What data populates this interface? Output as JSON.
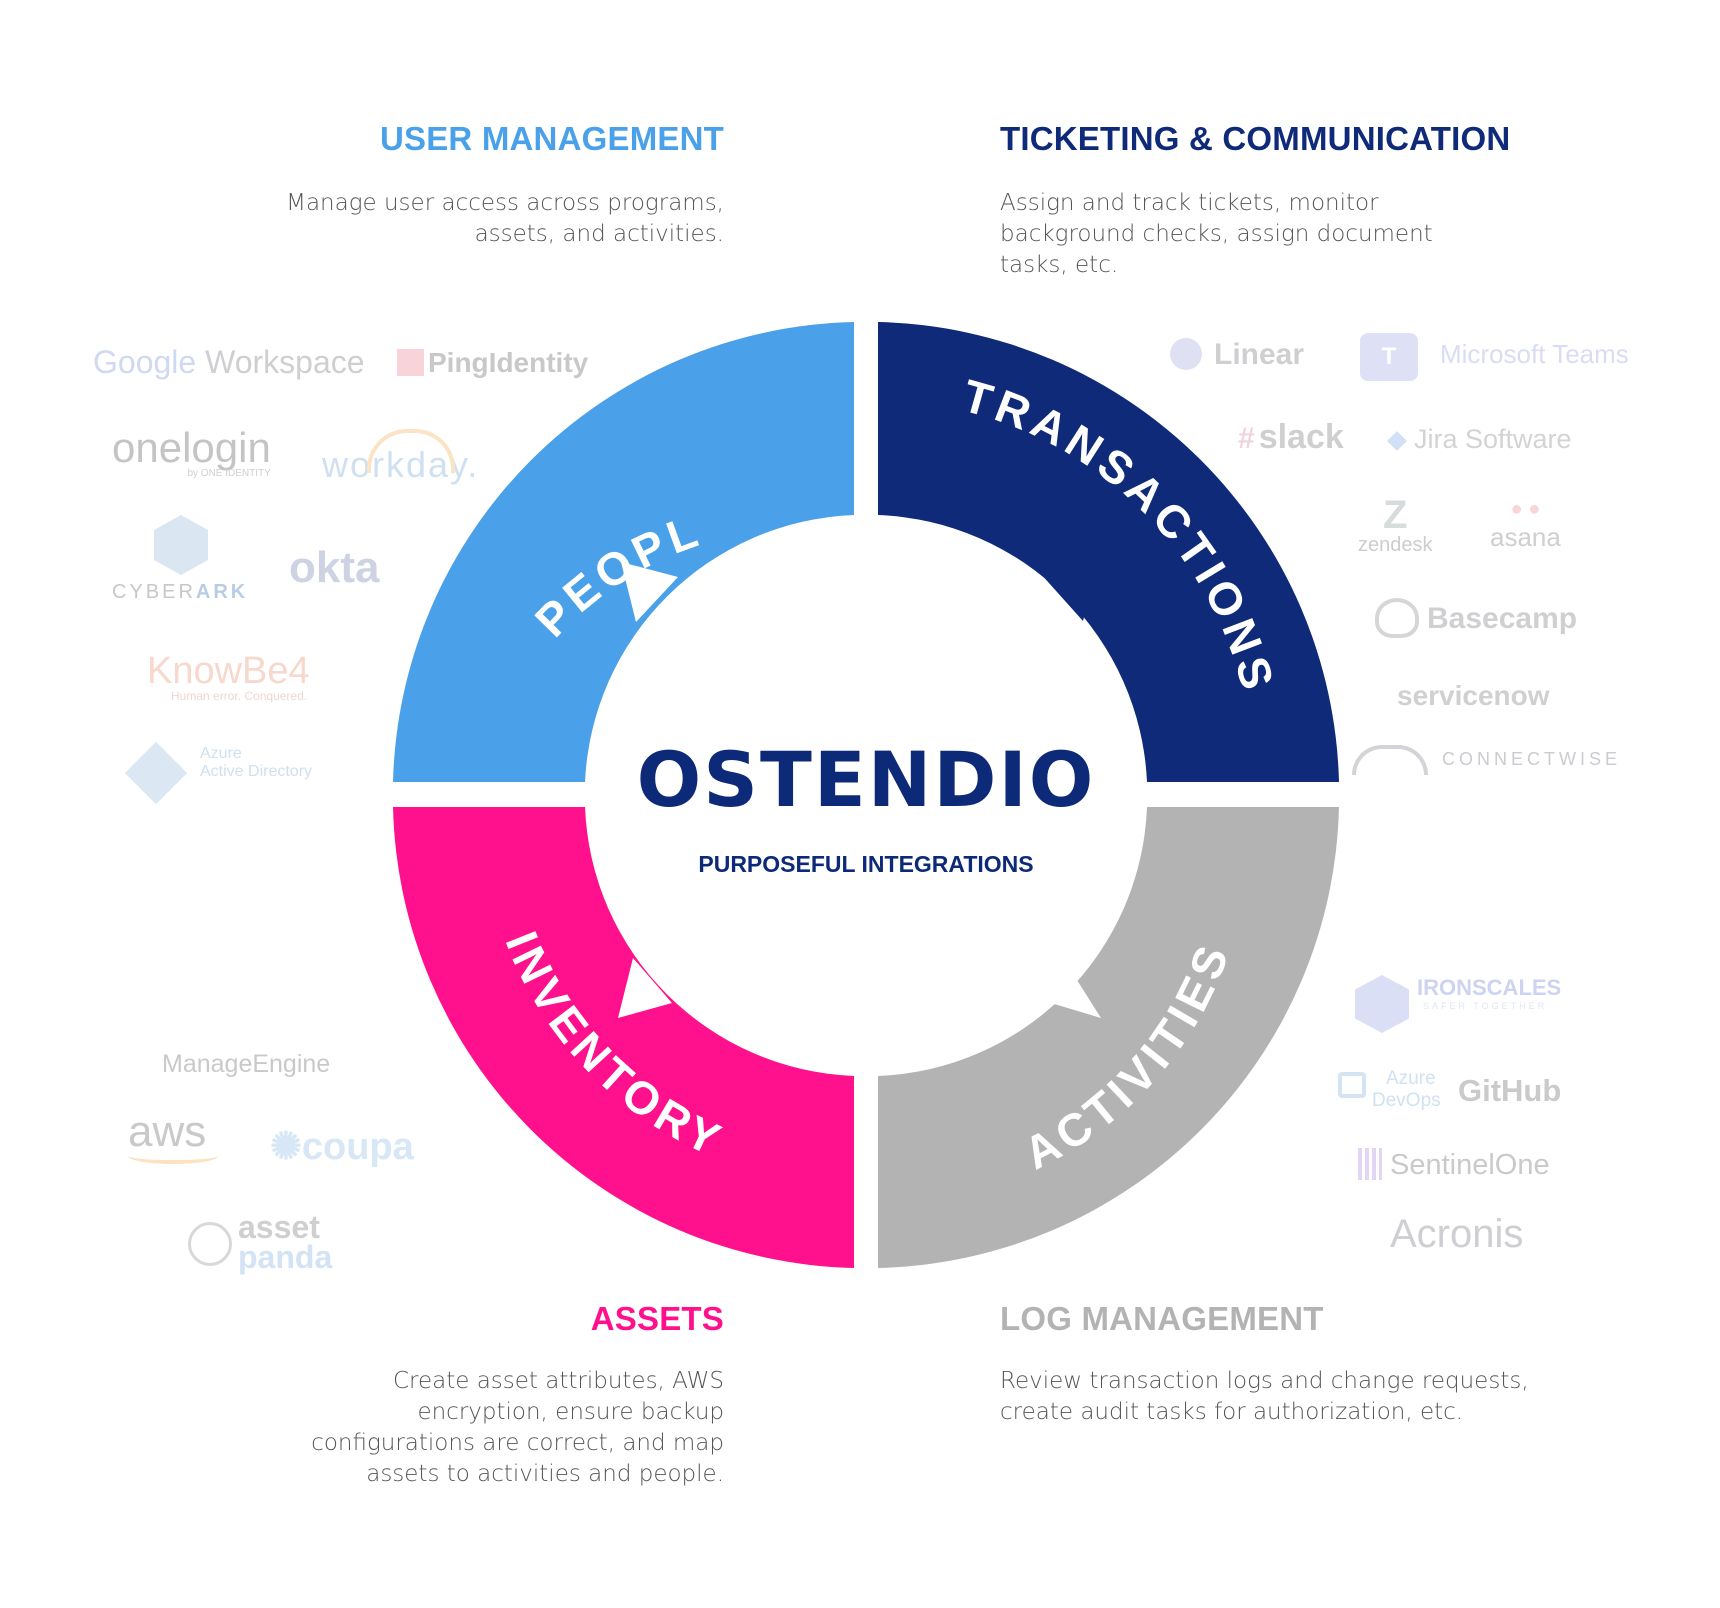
{
  "center": {
    "brand": "OSTENDIO",
    "tagline": "PURPOSEFUL INTEGRATIONS",
    "brand_color": "#0d2a78"
  },
  "quadrants": {
    "people": {
      "label": "PEOPLE",
      "color": "#4aa0e9"
    },
    "transactions": {
      "label": "TRANSACTIONS",
      "color": "#0f2a78"
    },
    "inventory": {
      "label": "INVENTORY",
      "color": "#ff108c"
    },
    "activities": {
      "label": "ACTIVITIES",
      "color": "#b3b3b3"
    }
  },
  "sections": {
    "user_management": {
      "title": "USER MANAGEMENT",
      "color": "#4aa0e9",
      "lines": [
        "Manage user access across programs,",
        "assets, and activities."
      ]
    },
    "ticketing": {
      "title": "TICKETING & COMMUNICATION",
      "color": "#0f2a78",
      "lines": [
        "Assign and track tickets, monitor",
        "background checks, assign document",
        "tasks, etc."
      ]
    },
    "assets": {
      "title": "ASSETS",
      "color": "#ff108c",
      "lines": [
        "Create asset attributes, AWS",
        "encryption, ensure backup",
        "configurations are correct, and map",
        "assets to activities and people."
      ]
    },
    "log_management": {
      "title": "LOG MANAGEMENT",
      "color": "#b3b3b3",
      "lines": [
        "Review transaction logs and change requests,",
        "create audit tasks for authorization, etc."
      ]
    }
  },
  "logos": {
    "people": {
      "google": "Workspace",
      "google_word": "Google",
      "ping": "PingIdentity",
      "onelogin": "onelogin",
      "onelogin_sub": "by ONE IDENTITY",
      "workday": "workday.",
      "cyberark_a": "CYBER",
      "cyberark_b": "ARK",
      "okta": "okta",
      "knowbe4": "KnowBe4",
      "knowbe4_sub": "Human error. Conquered.",
      "azure_ad_1": "Azure",
      "azure_ad_2": "Active Directory"
    },
    "transactions": {
      "linear": "Linear",
      "teams": "Microsoft Teams",
      "slack": "slack",
      "jira": "Jira Software",
      "zendesk": "zendesk",
      "asana": "asana",
      "basecamp": "Basecamp",
      "servicenow": "servicenow",
      "connectwise": "CONNECTWISE"
    },
    "inventory": {
      "manageengine": "ManageEngine",
      "aws": "aws",
      "coupa": "coupa",
      "assetpanda_1": "asset",
      "assetpanda_2": "panda"
    },
    "activities": {
      "ironscales": "IRONSCALES",
      "ironscales_sub": "SAFER TOGETHER",
      "azure_devops_1": "Azure",
      "azure_devops_2": "DevOps",
      "github": "GitHub",
      "sentinelone": "SentinelOne",
      "acronis": "Acronis"
    }
  }
}
